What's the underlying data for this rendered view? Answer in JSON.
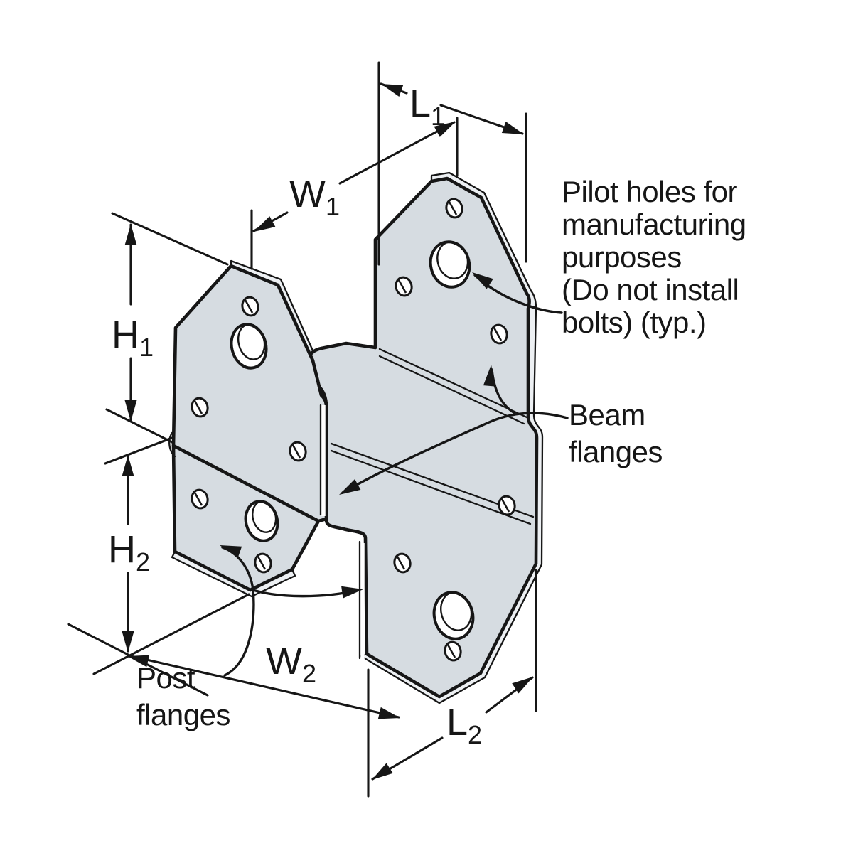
{
  "diagram": {
    "title": "post-beam-connector-isometric-diagram",
    "dim_labels": {
      "l1": {
        "base": "L",
        "sub": "1"
      },
      "w1": {
        "base": "W",
        "sub": "1"
      },
      "h1": {
        "base": "H",
        "sub": "1"
      },
      "h2": {
        "base": "H",
        "sub": "2"
      },
      "w2": {
        "base": "W",
        "sub": "2"
      },
      "l2": {
        "base": "L",
        "sub": "2"
      }
    },
    "annotations": {
      "pilot_holes": {
        "lines": [
          "Pilot holes for",
          "manufacturing",
          "purposes",
          "(Do not install",
          "bolts) (typ.)"
        ]
      },
      "beam_flanges": {
        "lines": [
          "Beam",
          "flanges"
        ]
      },
      "post_flanges": {
        "lines": [
          "Post",
          "flanges"
        ]
      }
    },
    "colors": {
      "line": "#161616",
      "plate_fill": "#d6dce1",
      "edge_fill": "#edf0f3",
      "hole_fill": "#ffffff",
      "background": "#ffffff"
    }
  }
}
